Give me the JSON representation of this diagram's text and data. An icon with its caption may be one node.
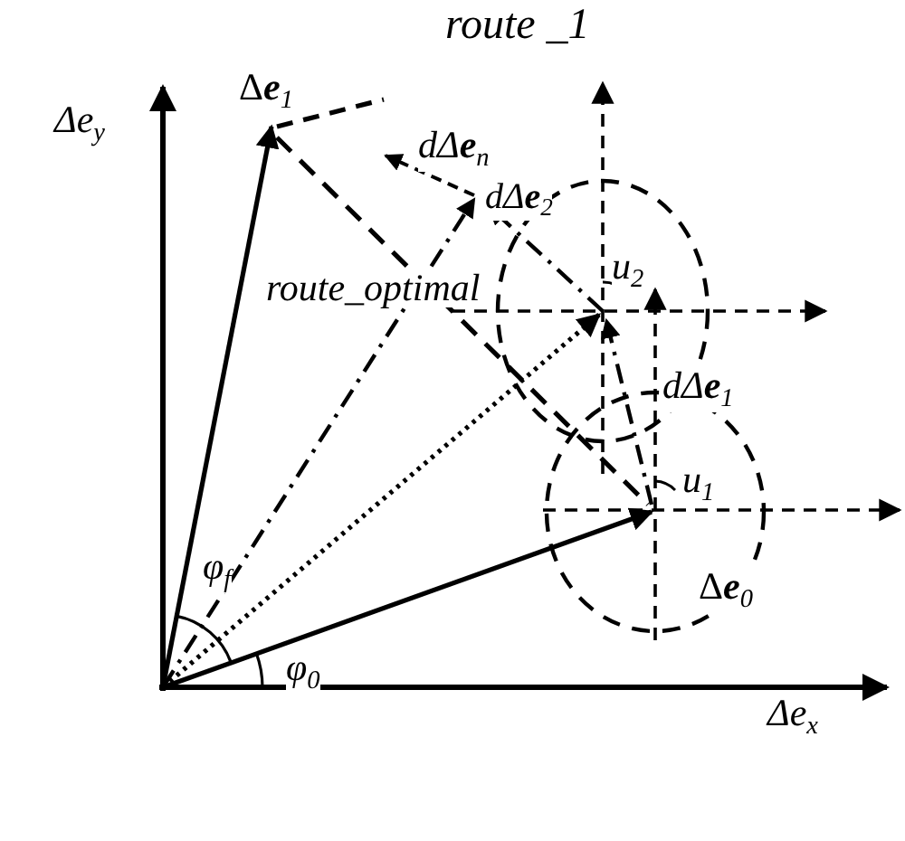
{
  "diagram": {
    "labels": [
      "route _1",
      "Δe$_{y}$",
      "Δ**e**$_{1}$",
      "dΔ**e**$_{n}$",
      "dΔ**e**$_{2}$",
      "u$_{2}$",
      "route_optimal",
      "dΔ**e**$_{1}$",
      "u$_{1}$",
      "Δ**e**$_{0}$",
      "φ$_{f}$",
      "φ$_{0}$",
      "Δe$_{x}$"
    ]
  }
}
